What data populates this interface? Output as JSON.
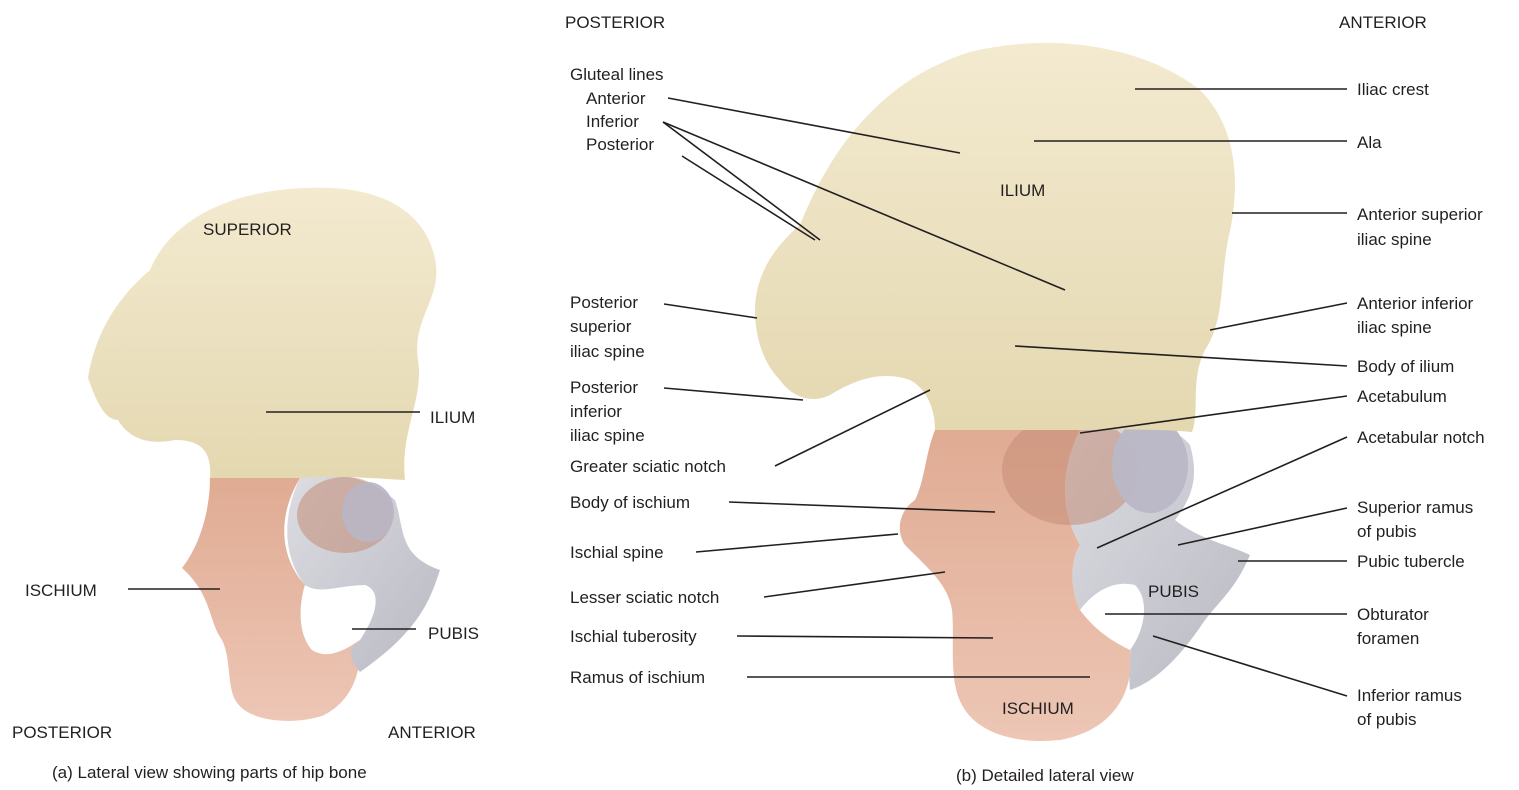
{
  "panel_a": {
    "caption": "(a) Lateral view showing  parts of hip bone",
    "orientation": {
      "top": "SUPERIOR",
      "left": "POSTERIOR",
      "right": "ANTERIOR"
    },
    "parts": {
      "ilium": "ILIUM",
      "ischium": "ISCHIUM",
      "pubis": "PUBIS"
    }
  },
  "panel_b": {
    "caption": "(b) Detailed lateral view",
    "orientation": {
      "left": "POSTERIOR",
      "right": "ANTERIOR"
    },
    "regions": {
      "ilium": "ILIUM",
      "pubis": "PUBIS",
      "ischium": "ISCHIUM"
    },
    "gluteal": {
      "heading": "Gluteal lines",
      "anterior": "Anterior",
      "inferior": "Inferior",
      "posterior": "Posterior"
    },
    "left_labels": {
      "psis": [
        "Posterior",
        "superior",
        "iliac spine"
      ],
      "piis": [
        "Posterior",
        "inferior",
        "iliac spine"
      ],
      "greater_sciatic_notch": "Greater sciatic notch",
      "body_of_ischium": "Body of ischium",
      "ischial_spine": "Ischial spine",
      "lesser_sciatic_notch": "Lesser sciatic notch",
      "ischial_tuberosity": "Ischial tuberosity",
      "ramus_of_ischium": "Ramus of ischium"
    },
    "right_labels": {
      "iliac_crest": "Iliac crest",
      "ala": "Ala",
      "asis": [
        "Anterior superior",
        "iliac spine"
      ],
      "aiis": [
        "Anterior inferior",
        "iliac spine"
      ],
      "body_of_ilium": "Body of ilium",
      "acetabulum": "Acetabulum",
      "acetabular_notch": "Acetabular notch",
      "superior_ramus": [
        "Superior ramus",
        "of pubis"
      ],
      "pubic_tubercle": "Pubic tubercle",
      "obturator_foramen": [
        "Obturator",
        "foramen"
      ],
      "inferior_ramus": [
        "Inferior ramus",
        "of pubis"
      ]
    }
  },
  "colors": {
    "ilium": "#ede3c0",
    "ischium": "#e6b8a4",
    "pubis": "#cfcfd6",
    "acetabulum_shadow": "#d89f86",
    "line": "#231f20"
  }
}
